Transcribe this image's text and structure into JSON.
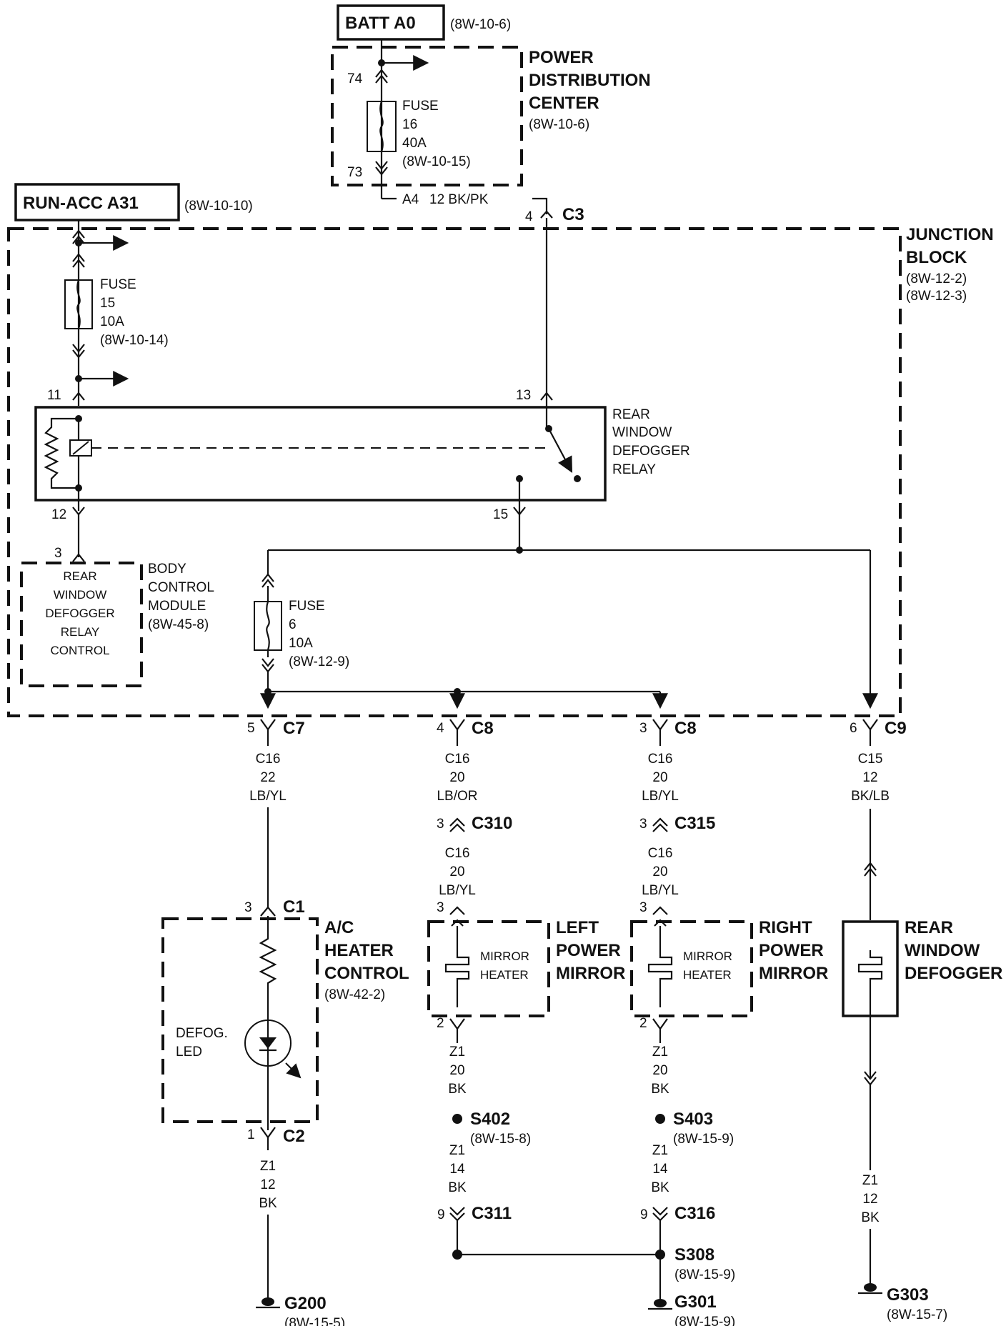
{
  "sources": {
    "batt": {
      "label": "BATT A0",
      "ref": "(8W-10-6)"
    },
    "run_acc": {
      "label": "RUN-ACC A31",
      "ref": "(8W-10-10)"
    }
  },
  "pdc": {
    "title": [
      "POWER",
      "DISTRIBUTION",
      "CENTER"
    ],
    "ref": "(8W-10-6)",
    "fuse": [
      "FUSE",
      "16",
      "40A",
      "(8W-10-15)"
    ],
    "pin_in": "74",
    "pin_out": "73",
    "wire_id": "A4",
    "wire_spec": "12 BK/PK"
  },
  "junction_block": {
    "title": [
      "JUNCTION",
      "BLOCK"
    ],
    "refs": [
      "(8W-12-2)",
      "(8W-12-3)"
    ],
    "c3": {
      "pin": "4",
      "name": "C3"
    },
    "fuse15": [
      "FUSE",
      "15",
      "10A",
      "(8W-10-14)"
    ],
    "fuse6": [
      "FUSE",
      "6",
      "10A",
      "(8W-12-9)"
    ],
    "relay": {
      "label": [
        "REAR",
        "WINDOW",
        "DEFOGGER",
        "RELAY"
      ],
      "pins": [
        "11",
        "13",
        "12",
        "15"
      ]
    }
  },
  "bcm": {
    "pin": "3",
    "inner": [
      "REAR",
      "WINDOW",
      "DEFOGGER",
      "RELAY",
      "CONTROL"
    ],
    "label": [
      "BODY",
      "CONTROL",
      "MODULE",
      "(8W-45-8)"
    ]
  },
  "outputs": [
    {
      "pin": "5",
      "conn": "C7",
      "wire": [
        "C16",
        "22",
        "LB/YL"
      ]
    },
    {
      "pin": "4",
      "conn": "C8",
      "wire": [
        "C16",
        "20",
        "LB/OR"
      ]
    },
    {
      "pin": "3",
      "conn": "C8",
      "wire": [
        "C16",
        "20",
        "LB/YL"
      ]
    },
    {
      "pin": "6",
      "conn": "C9",
      "wire": [
        "C15",
        "12",
        "BK/LB"
      ]
    }
  ],
  "inline": {
    "c310": {
      "pin": "3",
      "name": "C310",
      "wire": [
        "C16",
        "20",
        "LB/YL"
      ]
    },
    "c315": {
      "pin": "3",
      "name": "C315",
      "wire": [
        "C16",
        "20",
        "LB/YL"
      ]
    }
  },
  "ac_heater": {
    "label": [
      "A/C",
      "HEATER",
      "CONTROL"
    ],
    "ref": "(8W-42-2)",
    "c1": {
      "pin": "3",
      "name": "C1"
    },
    "c2": {
      "pin": "1",
      "name": "C2"
    },
    "led": [
      "DEFOG.",
      "LED"
    ],
    "gnd_wire": [
      "Z1",
      "12",
      "BK"
    ],
    "ground": {
      "name": "G200",
      "ref": "(8W-15-5)"
    }
  },
  "left_mirror": {
    "label": [
      "LEFT",
      "POWER",
      "MIRROR"
    ],
    "inner": [
      "MIRROR",
      "HEATER"
    ],
    "pin_in": "3",
    "pin_out": "2",
    "wire_a": [
      "Z1",
      "20",
      "BK"
    ],
    "splice": {
      "name": "S402",
      "ref": "(8W-15-8)"
    },
    "wire_b": [
      "Z1",
      "14",
      "BK"
    ],
    "conn": {
      "pin": "9",
      "name": "C311"
    }
  },
  "right_mirror": {
    "label": [
      "RIGHT",
      "POWER",
      "MIRROR"
    ],
    "inner": [
      "MIRROR",
      "HEATER"
    ],
    "pin_in": "3",
    "pin_out": "2",
    "wire_a": [
      "Z1",
      "20",
      "BK"
    ],
    "splice": {
      "name": "S403",
      "ref": "(8W-15-9)"
    },
    "wire_b": [
      "Z1",
      "14",
      "BK"
    ],
    "conn": {
      "pin": "9",
      "name": "C316"
    },
    "s308": {
      "name": "S308",
      "ref": "(8W-15-9)"
    },
    "ground": {
      "name": "G301",
      "ref": "(8W-15-9)"
    }
  },
  "defogger": {
    "label": [
      "REAR",
      "WINDOW",
      "DEFOGGER"
    ],
    "gnd_wire": [
      "Z1",
      "12",
      "BK"
    ],
    "ground": {
      "name": "G303",
      "ref": "(8W-15-7)"
    }
  }
}
